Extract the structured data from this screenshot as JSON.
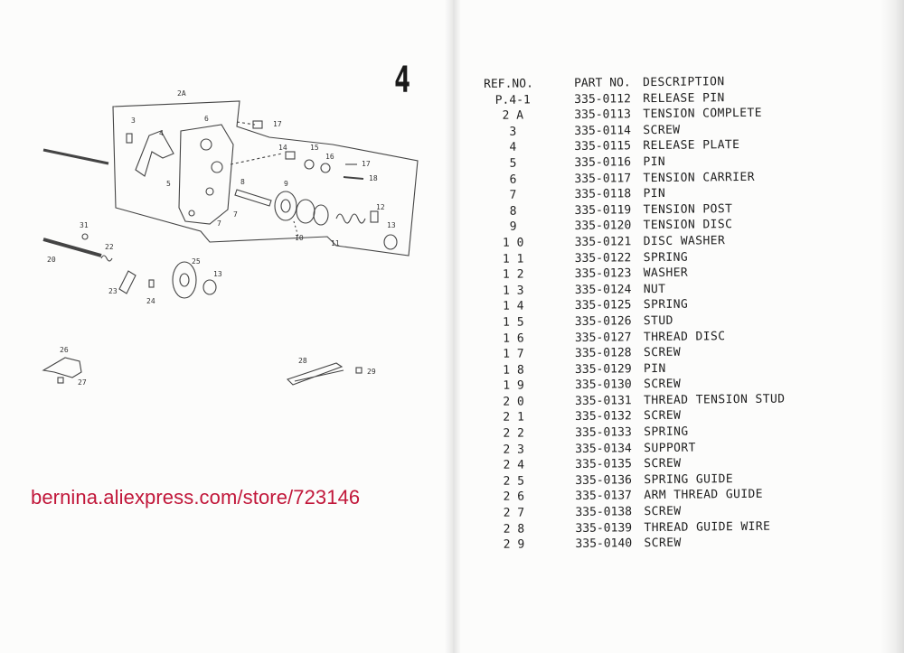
{
  "page": {
    "number": "4",
    "watermark": "bernina.aliexpress.com/store/723146"
  },
  "diagram": {
    "labels": [
      "2A",
      "3",
      "4",
      "6",
      "17",
      "14",
      "15",
      "16",
      "17",
      "18",
      "5",
      "7",
      "7",
      "8",
      "9",
      "10",
      "11",
      "12",
      "13",
      "31",
      "20",
      "22",
      "23",
      "24",
      "25",
      "13",
      "26",
      "27",
      "28",
      "29"
    ]
  },
  "parts_table": {
    "headers": {
      "ref": "REF.NO.",
      "part": "PART NO.",
      "desc": "DESCRIPTION"
    },
    "rows": [
      {
        "ref": "P.4-1",
        "part": "335-0112",
        "desc": "RELEASE PIN"
      },
      {
        "ref": "2 A",
        "part": "335-0113",
        "desc": "TENSION COMPLETE"
      },
      {
        "ref": "3",
        "part": "335-0114",
        "desc": "SCREW"
      },
      {
        "ref": "4",
        "part": "335-0115",
        "desc": "RELEASE PLATE"
      },
      {
        "ref": "5",
        "part": "335-0116",
        "desc": "PIN"
      },
      {
        "ref": "6",
        "part": "335-0117",
        "desc": "TENSION CARRIER"
      },
      {
        "ref": "7",
        "part": "335-0118",
        "desc": "PIN"
      },
      {
        "ref": "8",
        "part": "335-0119",
        "desc": "TENSION POST"
      },
      {
        "ref": "9",
        "part": "335-0120",
        "desc": "TENSION DISC"
      },
      {
        "ref": "1 0",
        "part": "335-0121",
        "desc": "DISC WASHER"
      },
      {
        "ref": "1 1",
        "part": "335-0122",
        "desc": "SPRING"
      },
      {
        "ref": "1 2",
        "part": "335-0123",
        "desc": "WASHER"
      },
      {
        "ref": "1 3",
        "part": "335-0124",
        "desc": "NUT"
      },
      {
        "ref": "1 4",
        "part": "335-0125",
        "desc": "SPRING"
      },
      {
        "ref": "1 5",
        "part": "335-0126",
        "desc": "STUD"
      },
      {
        "ref": "1 6",
        "part": "335-0127",
        "desc": "THREAD DISC"
      },
      {
        "ref": "1 7",
        "part": "335-0128",
        "desc": "SCREW"
      },
      {
        "ref": "1 8",
        "part": "335-0129",
        "desc": "PIN"
      },
      {
        "ref": "1 9",
        "part": "335-0130",
        "desc": "SCREW"
      },
      {
        "ref": "2 0",
        "part": "335-0131",
        "desc": "THREAD TENSION STUD"
      },
      {
        "ref": "2 1",
        "part": "335-0132",
        "desc": "SCREW"
      },
      {
        "ref": "2 2",
        "part": "335-0133",
        "desc": "SPRING"
      },
      {
        "ref": "2 3",
        "part": "335-0134",
        "desc": "SUPPORT"
      },
      {
        "ref": "2 4",
        "part": "335-0135",
        "desc": "SCREW"
      },
      {
        "ref": "2 5",
        "part": "335-0136",
        "desc": "SPRING GUIDE"
      },
      {
        "ref": "2 6",
        "part": "335-0137",
        "desc": "ARM THREAD GUIDE"
      },
      {
        "ref": "2 7",
        "part": "335-0138",
        "desc": "SCREW"
      },
      {
        "ref": "2 8",
        "part": "335-0139",
        "desc": "THREAD GUIDE WIRE"
      },
      {
        "ref": "2 9",
        "part": "335-0140",
        "desc": "SCREW"
      }
    ]
  }
}
